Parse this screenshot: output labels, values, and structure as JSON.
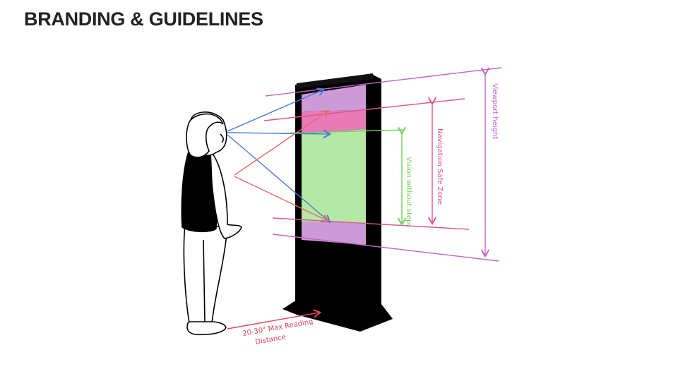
{
  "slide": {
    "title": "BRANDING & GUIDELINES"
  },
  "diagram": {
    "labels": {
      "viewport_height": "Viewport height",
      "navigation_safe_zone": "Navigation Safe Zone",
      "vision_without_steps": "Vision without steps",
      "reading_distance_line1": "20-30\" Max Reading",
      "reading_distance_line2": "Distance"
    },
    "colors": {
      "viewport": "#c065c8",
      "navigation": "#e0558f",
      "vision": "#6fd35a",
      "reach": "#e86a6a",
      "sight": "#4a78d8",
      "kiosk": "#000000",
      "screen_top": "#cc9ad6",
      "screen_pink": "#e97ab8",
      "screen_green": "#b4e8a4",
      "screen_bottom": "#cc9ad6",
      "reading_distance": "#e0465a"
    },
    "icons": [
      "person-illustration",
      "kiosk-stand"
    ]
  }
}
